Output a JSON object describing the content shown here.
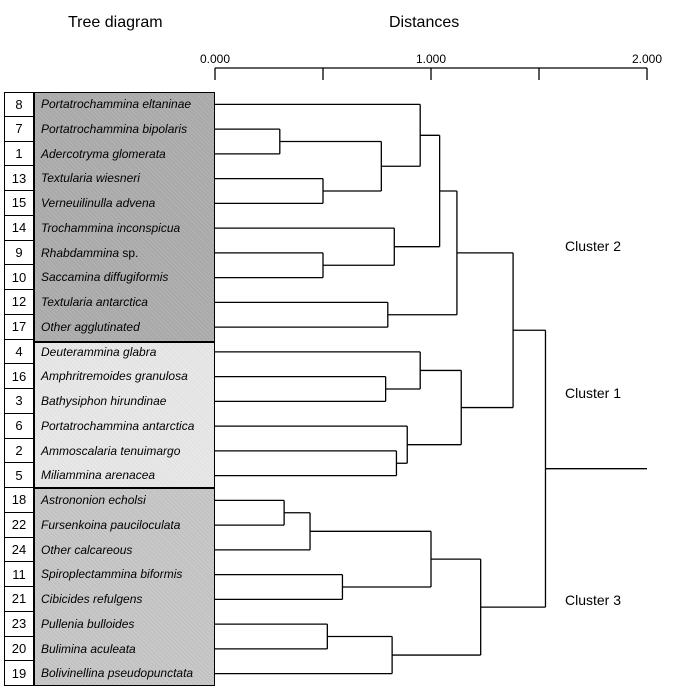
{
  "headers": {
    "tree": "Tree diagram",
    "distances": "Distances"
  },
  "axis": {
    "min": 0,
    "max": 2,
    "ticks": [
      "0.000",
      "1.000",
      "2.000"
    ],
    "minor_ticks": [
      0.5,
      1.5
    ]
  },
  "taxa": [
    {
      "num": "8",
      "name": "Portatrochammina eltaninae"
    },
    {
      "num": "7",
      "name": "Portatrochammina bipolaris"
    },
    {
      "num": "1",
      "name": "Adercotryma glomerata"
    },
    {
      "num": "13",
      "name": "Textularia wiesneri"
    },
    {
      "num": "15",
      "name": "Verneuilinulla advena"
    },
    {
      "num": "14",
      "name": "Trochammina inconspicua"
    },
    {
      "num": "9",
      "name": "Rhabdammina",
      "suffix": " sp."
    },
    {
      "num": "10",
      "name": "Saccamina diffugiformis"
    },
    {
      "num": "12",
      "name": "Textularia antarctica"
    },
    {
      "num": "17",
      "name": "Other agglutinated"
    },
    {
      "num": "4",
      "name": "Deuterammina glabra"
    },
    {
      "num": "16",
      "name": "Amphritremoides granulosa"
    },
    {
      "num": "3",
      "name": "Bathysiphon hirundinae"
    },
    {
      "num": "6",
      "name": "Portatrochammina antarctica"
    },
    {
      "num": "2",
      "name": "Ammoscalaria tenuimargo"
    },
    {
      "num": "5",
      "name": "Miliammina arenacea"
    },
    {
      "num": "18",
      "name": "Astrononion echolsi"
    },
    {
      "num": "22",
      "name": "Fursenkoina pauciloculata"
    },
    {
      "num": "24",
      "name": "Other calcareous"
    },
    {
      "num": "11",
      "name": "Spiroplectammina biformis"
    },
    {
      "num": "21",
      "name": "Cibicides refulgens"
    },
    {
      "num": "23",
      "name": "Pullenia bulloides"
    },
    {
      "num": "20",
      "name": "Bulimina aculeata"
    },
    {
      "num": "19",
      "name": "Bolivinellina pseudopunctata"
    }
  ],
  "clusters": [
    {
      "label": "Cluster  2"
    },
    {
      "label": "Cluster  1"
    },
    {
      "label": "Cluster  3"
    }
  ],
  "merges": [
    {
      "a": "L1",
      "b": "L2",
      "d": 0.3,
      "id": "n1"
    },
    {
      "a": "L3",
      "b": "L4",
      "d": 0.5,
      "id": "n2"
    },
    {
      "a": "n1",
      "b": "n2",
      "d": 0.77,
      "id": "n3"
    },
    {
      "a": "L0",
      "b": "n3",
      "d": 0.95,
      "id": "n4"
    },
    {
      "a": "L6",
      "b": "L7",
      "d": 0.5,
      "id": "n5"
    },
    {
      "a": "L5",
      "b": "n5",
      "d": 0.83,
      "id": "n6"
    },
    {
      "a": "n4",
      "b": "n6",
      "d": 1.04,
      "id": "n7"
    },
    {
      "a": "L8",
      "b": "L9",
      "d": 0.8,
      "id": "n8"
    },
    {
      "a": "n7",
      "b": "n8",
      "d": 1.12,
      "id": "n9"
    },
    {
      "a": "L11",
      "b": "L12",
      "d": 0.79,
      "id": "n10"
    },
    {
      "a": "L10",
      "b": "n10",
      "d": 0.95,
      "id": "n11"
    },
    {
      "a": "L14",
      "b": "L15",
      "d": 0.84,
      "id": "n12"
    },
    {
      "a": "L13",
      "b": "n12",
      "d": 0.89,
      "id": "n13"
    },
    {
      "a": "n11",
      "b": "n13",
      "d": 1.14,
      "id": "n14"
    },
    {
      "a": "n9",
      "b": "n14",
      "d": 1.38,
      "id": "n15"
    },
    {
      "a": "L16",
      "b": "L17",
      "d": 0.32,
      "id": "n16"
    },
    {
      "a": "n16",
      "b": "L18",
      "d": 0.44,
      "id": "n17"
    },
    {
      "a": "L19",
      "b": "L20",
      "d": 0.59,
      "id": "n18"
    },
    {
      "a": "n17",
      "b": "n18",
      "d": 1.0,
      "id": "n19"
    },
    {
      "a": "L21",
      "b": "L22",
      "d": 0.52,
      "id": "n20"
    },
    {
      "a": "n20",
      "b": "L23",
      "d": 0.82,
      "id": "n21"
    },
    {
      "a": "n19",
      "b": "n21",
      "d": 1.23,
      "id": "n22"
    },
    {
      "a": "n15",
      "b": "n22",
      "d": 1.53,
      "id": "root"
    }
  ],
  "root_extent": 2.0
}
